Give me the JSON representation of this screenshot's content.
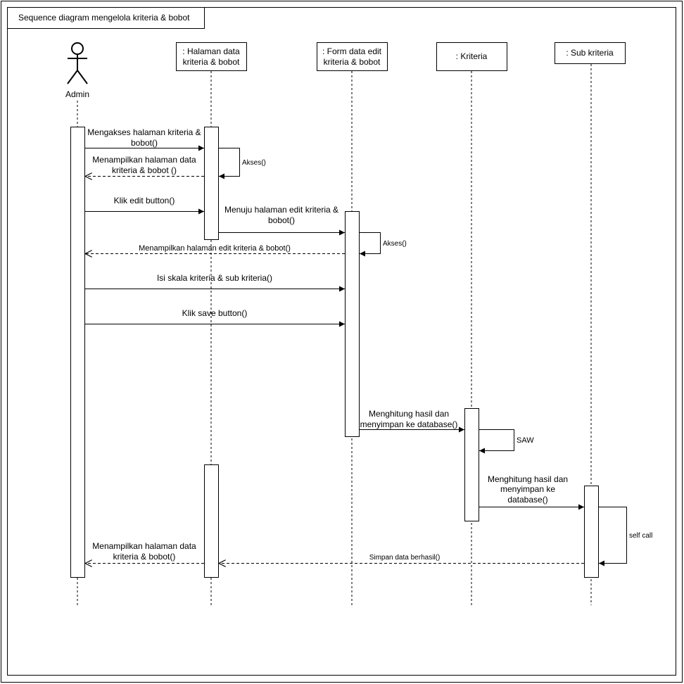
{
  "frame_title": "Sequence diagram  mengelola kriteria & bobot",
  "actor": {
    "name": "Admin"
  },
  "lifelines": {
    "halaman": {
      "line1": ": Halaman data",
      "line2": "kriteria & bobot"
    },
    "form": {
      "line1": ": Form data edit",
      "line2": "kriteria & bobot"
    },
    "kriteria": {
      "line1": ": Kriteria"
    },
    "subkriteria": {
      "line1": ": Sub kriteria"
    }
  },
  "messages": {
    "m1": {
      "line1": "Mengakses halaman kriteria &",
      "line2": "bobot()"
    },
    "m2": {
      "line1": "Menampilkan halaman data",
      "line2": "kriteria & bobot ()"
    },
    "m3": {
      "line1": "Akses()"
    },
    "m4": {
      "line1": "Klik edit button()"
    },
    "m5": {
      "line1": "Menuju halaman edit kriteria &",
      "line2": "bobot()"
    },
    "m6": {
      "line1": "Akses()"
    },
    "m7": {
      "line1": "Menampilkan halaman edit kriteria & bobot()"
    },
    "m8": {
      "line1": "Isi skala kriteria & sub kriteria()"
    },
    "m9": {
      "line1": "Klik save button()"
    },
    "m10": {
      "line1": "Menghitung hasil dan",
      "line2": "menyimpan ke database()"
    },
    "m11": {
      "line1": "SAW"
    },
    "m12": {
      "line1": "Menghitung hasil dan",
      "line2": "menyimpan ke",
      "line3": "database()"
    },
    "m13": {
      "line1": "self call"
    },
    "m14": {
      "line1": "Simpan data berhasil()"
    },
    "m15": {
      "line1": "Menampilkan halaman data",
      "line2": "kriteria & bobot()"
    }
  }
}
